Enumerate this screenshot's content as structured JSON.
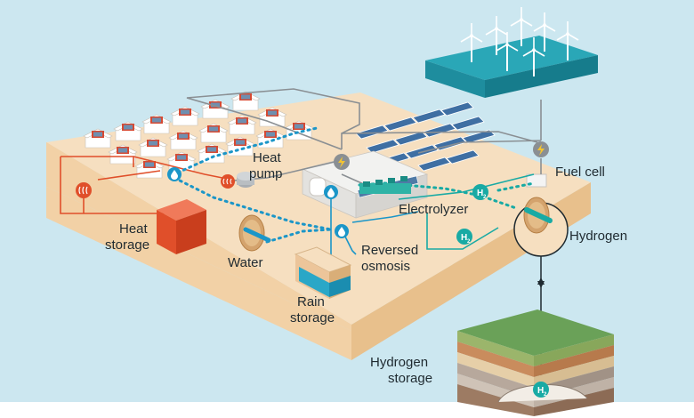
{
  "labels": {
    "heat_pump": [
      "Heat",
      "pump"
    ],
    "fuel_cell": "Fuel cell",
    "electrolyzer": "Electrolyzer",
    "hydrogen": "Hydrogen",
    "heat_storage": [
      "Heat",
      "storage"
    ],
    "water": "Water",
    "reversed_osmosis": [
      "Reversed",
      "osmosis"
    ],
    "rain_storage": [
      "Rain",
      "storage"
    ],
    "hydrogen_storage": [
      "Hydrogen",
      "storage"
    ]
  },
  "badges": {
    "h2": "H",
    "h2_sub": "2"
  },
  "colors": {
    "sky": "#cce7f0",
    "ground_top": "#f6dfc0",
    "ground_front": "#f2d1a6",
    "ground_side": "#e8c08c",
    "heat": "#e04f2a",
    "water": "#1b96c8",
    "hydrogen": "#18aaa4",
    "power": "#8a8f93"
  }
}
